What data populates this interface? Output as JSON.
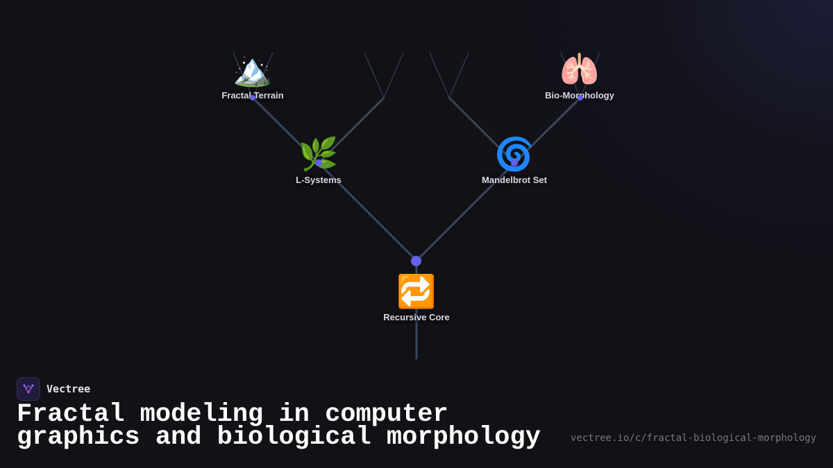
{
  "colors": {
    "background": "#111116",
    "branch": "#3a475b",
    "node_dot": "#6361e6",
    "label": "#d8d8e2",
    "headline": "#ffffff",
    "url": "#77777f"
  },
  "tree": {
    "root": {
      "label": "Recursive Core",
      "emoji": "🔁",
      "icon": "repeat-icon"
    },
    "left": {
      "label": "L-Systems",
      "emoji": "🌿",
      "icon": "herb-icon"
    },
    "right": {
      "label": "Mandelbrot Set",
      "emoji": "🌀",
      "icon": "spiral-icon"
    },
    "left_left": {
      "label": "Fractal Terrain",
      "emoji": "🏔️",
      "icon": "mountain-icon"
    },
    "right_right": {
      "label": "Bio-Morphology",
      "emoji": "🫁",
      "icon": "lungs-icon"
    }
  },
  "brand": {
    "name": "Vectree",
    "icon": "vectree-logo-icon"
  },
  "headline": "Fractal modeling in computer graphics and biological morphology",
  "url": "vectree.io/c/fractal-biological-morphology"
}
